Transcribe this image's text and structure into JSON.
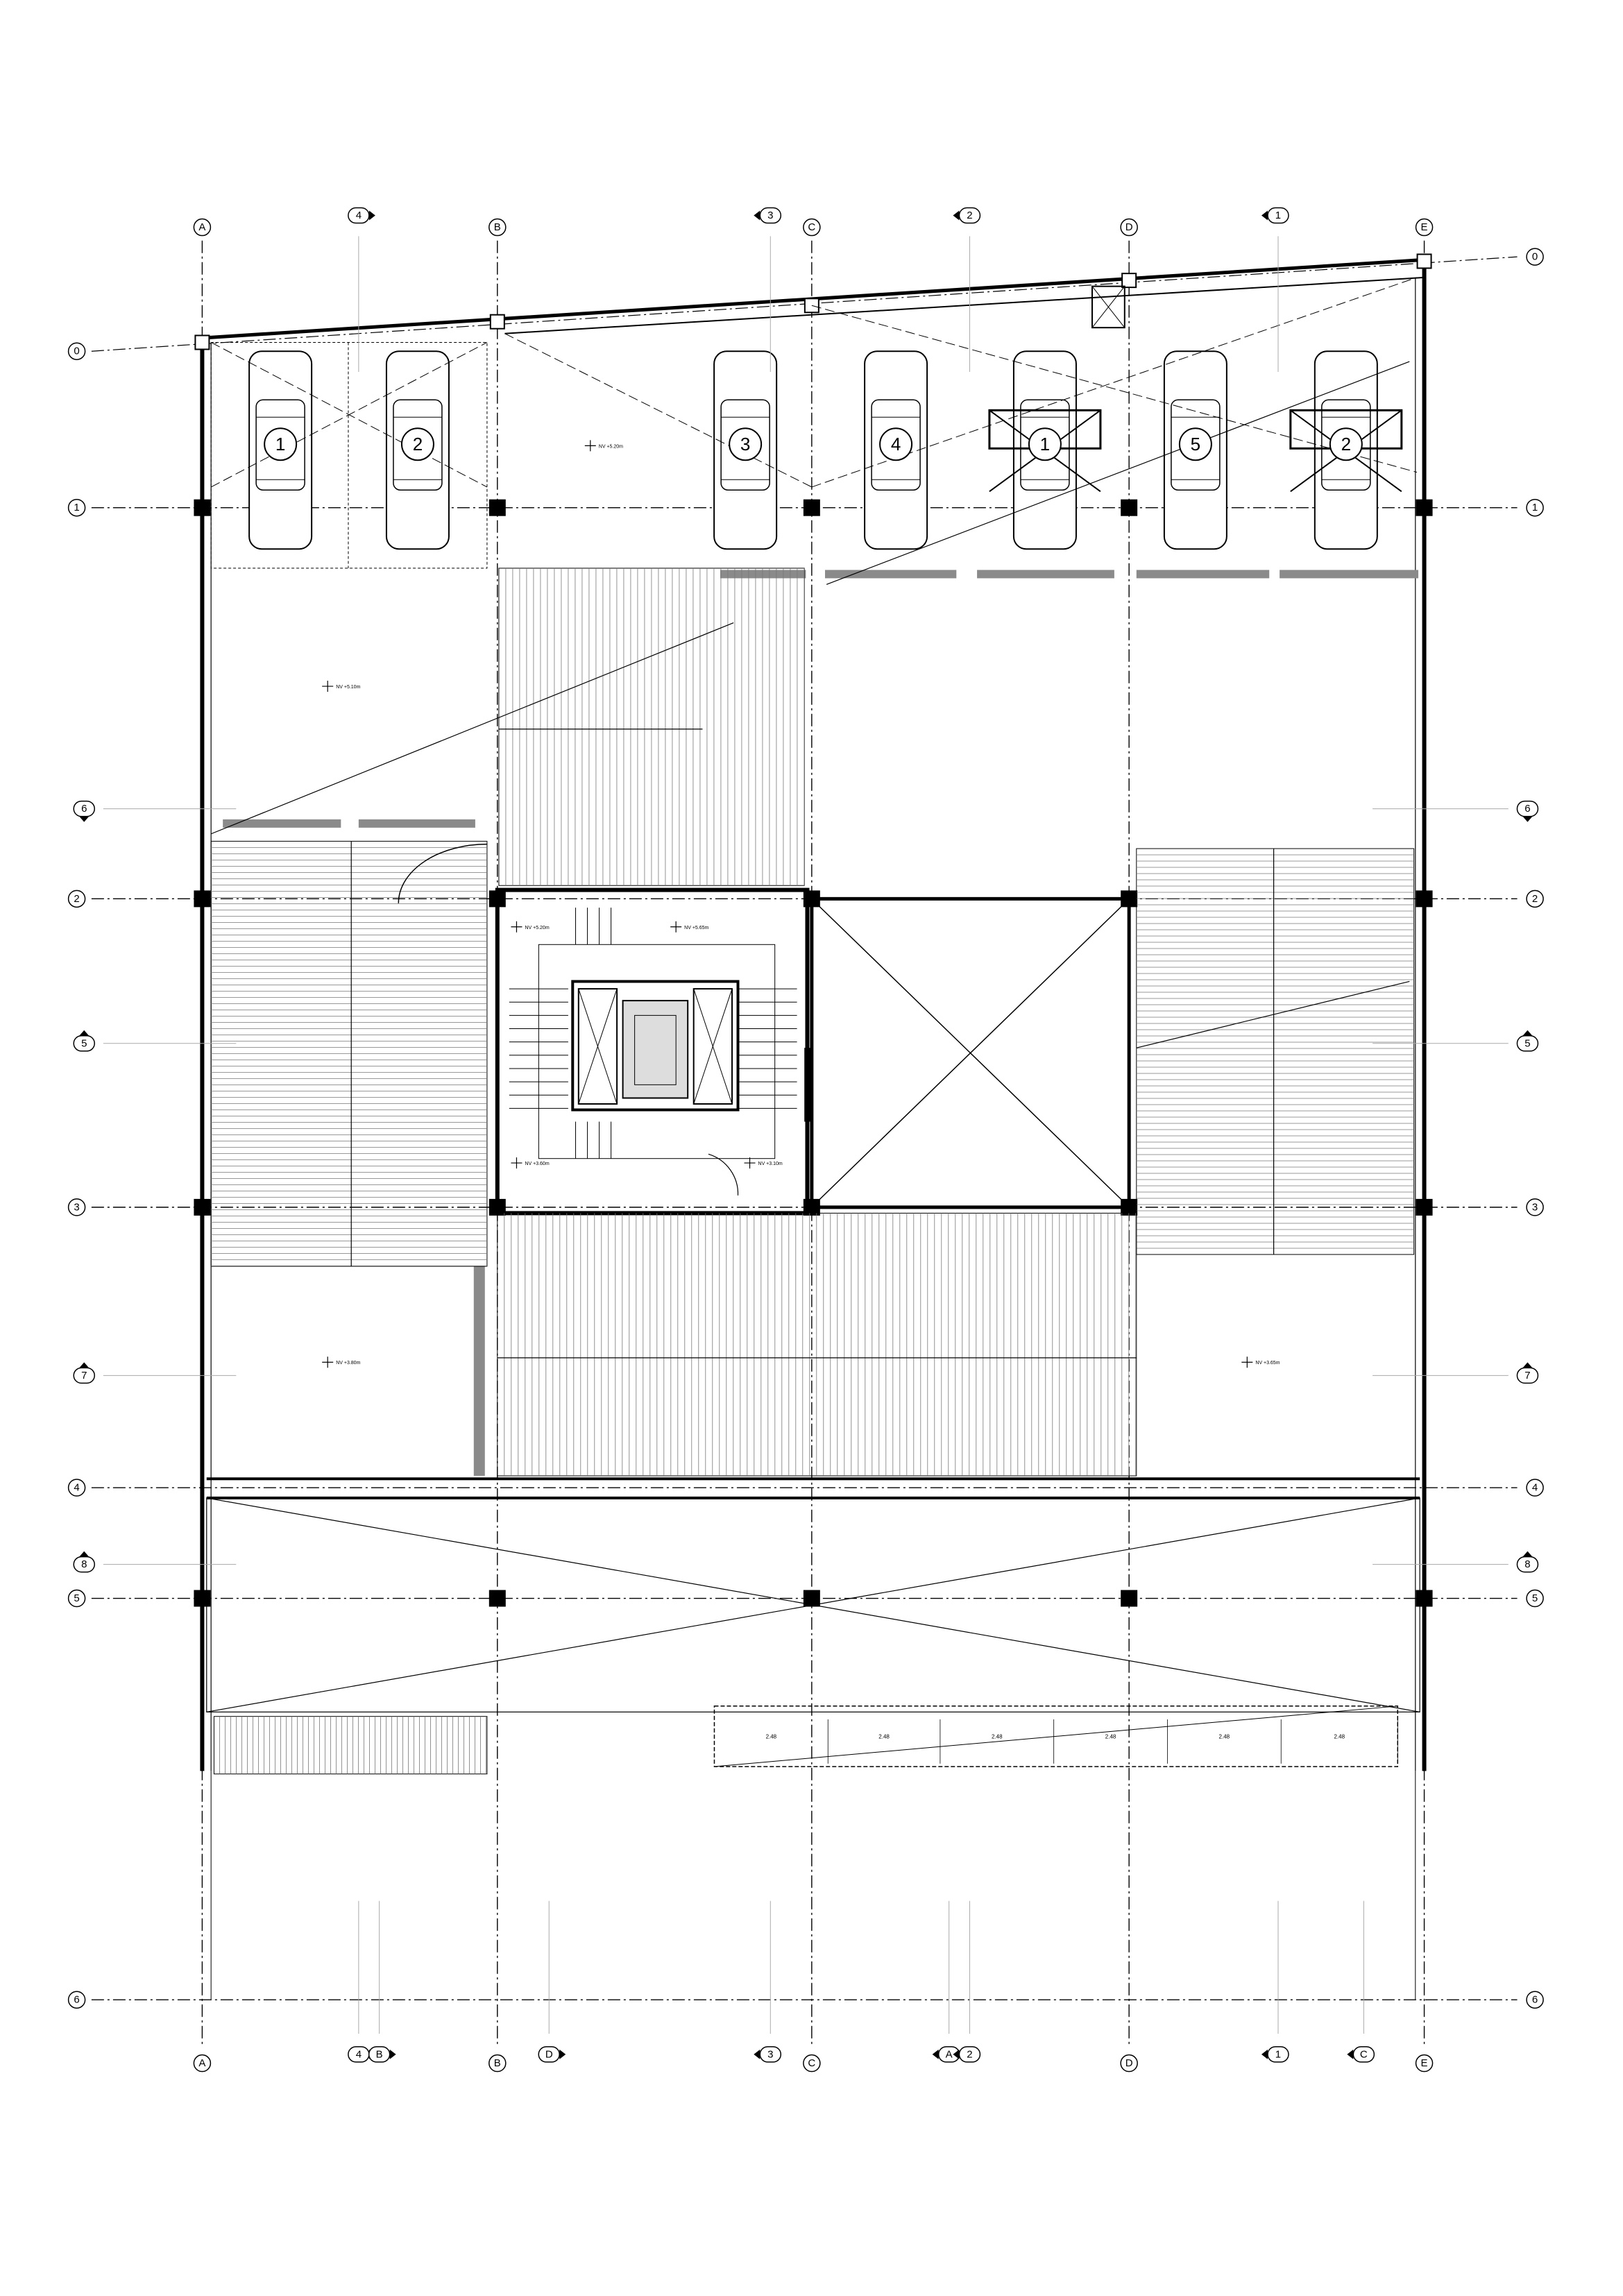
{
  "grid": {
    "columns": [
      "A",
      "B",
      "C",
      "D",
      "E"
    ],
    "rows": [
      "0",
      "1",
      "2",
      "3",
      "4",
      "5",
      "6"
    ]
  },
  "parking": {
    "stalls": [
      "1",
      "2",
      "3",
      "4",
      "5"
    ],
    "lift_stalls": [
      "1",
      "2"
    ]
  },
  "levels": {
    "parking_top": "NV +5.20m",
    "upper_left": "NV +5.10m",
    "stair_a": "NV +5.20m",
    "stair_b": "NV +5.65m",
    "stair_c": "NV +3.60m",
    "stair_d": "NV +3.10m",
    "lower_left": "NV +3.80m",
    "lower_right": "NV +3.65m"
  },
  "ramp_dims": [
    "2.48",
    "2.48",
    "2.48",
    "2.48",
    "2.48",
    "2.48"
  ],
  "section_markers": {
    "top": [
      "4",
      "3",
      "2",
      "1"
    ],
    "left": [
      "6",
      "5",
      "7",
      "8"
    ],
    "right": [
      "6",
      "5",
      "7",
      "8"
    ],
    "bottom": [
      "4",
      "B",
      "D",
      "3",
      "A",
      "2",
      "1",
      "C"
    ]
  }
}
